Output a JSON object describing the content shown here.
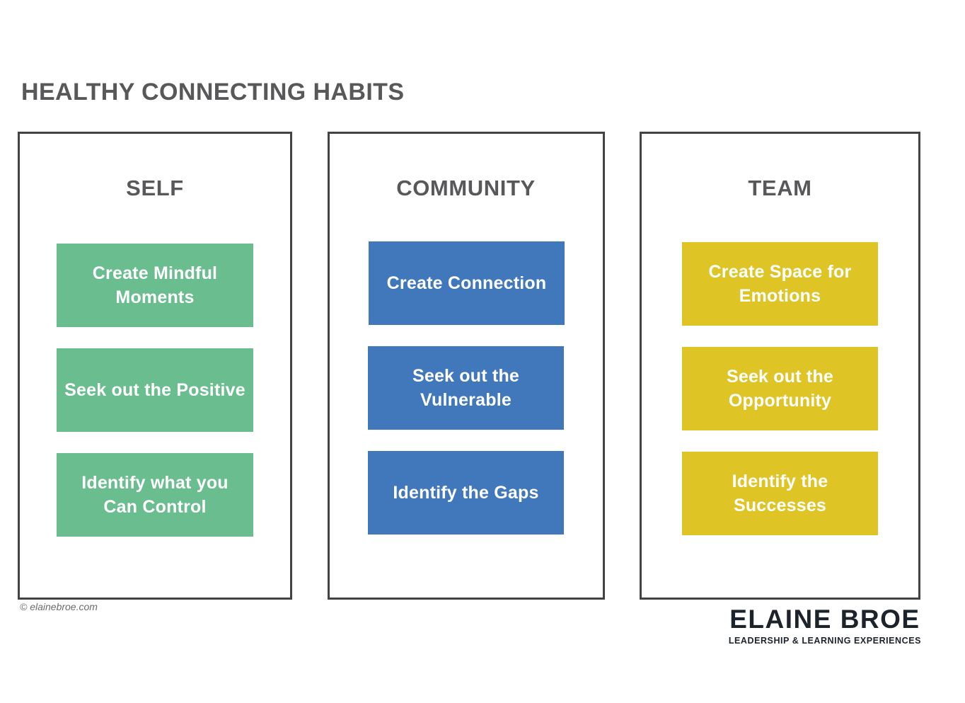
{
  "title": "HEALTHY CONNECTING HABITS",
  "colors": {
    "title": "#58585a",
    "card_border": "#434343",
    "self_accent": "#69bd8e",
    "community_accent": "#4178bb",
    "team_accent": "#dfc425",
    "box_text": "#ffffff",
    "logo": "#1d232b",
    "copyright": "#6b6b6b",
    "background": "#ffffff"
  },
  "columns": [
    {
      "key": "self",
      "header": "SELF",
      "accent": "#69bd8e",
      "habits": [
        "Create Mindful Moments",
        "Seek out the Positive",
        "Identify what you Can Control"
      ]
    },
    {
      "key": "community",
      "header": "COMMUNITY",
      "accent": "#4178bb",
      "habits": [
        "Create Connection",
        "Seek out the Vulnerable",
        "Identify the Gaps"
      ]
    },
    {
      "key": "team",
      "header": "TEAM",
      "accent": "#dfc425",
      "habits": [
        "Create Space for Emotions",
        "Seek out the Opportunity",
        "Identify the Successes"
      ]
    }
  ],
  "footer": {
    "copyright": "© elainebroe.com",
    "logo_name": "ELAINE BROE",
    "logo_tagline": "LEADERSHIP & LEARNING EXPERIENCES"
  }
}
